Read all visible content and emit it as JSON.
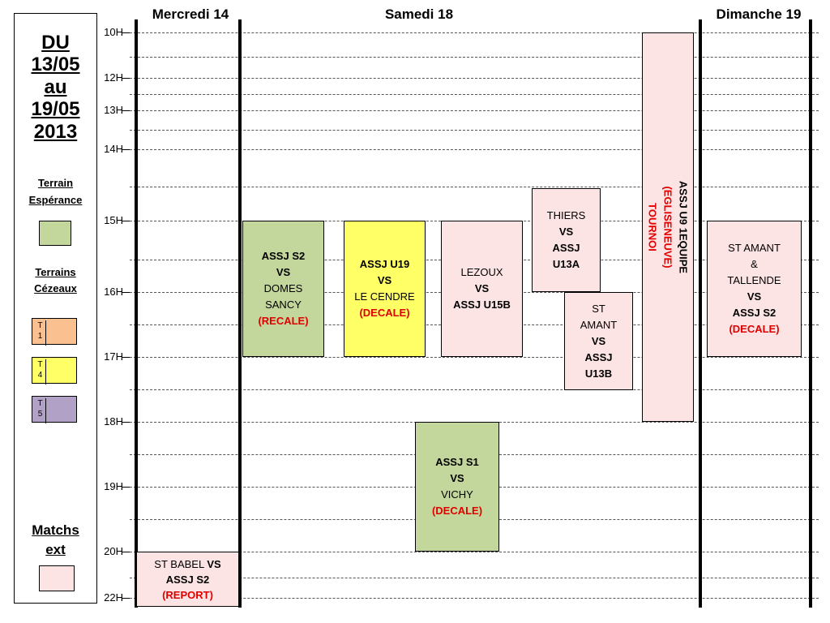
{
  "legend": {
    "title_lines": [
      "DU",
      "13/05",
      "au",
      "19/05",
      "2013"
    ],
    "terrain_esperance": [
      "Terrain",
      "Espérance"
    ],
    "terrains_cezeaux": [
      "Terrains",
      "Cézeaux"
    ],
    "terrains": [
      {
        "code": [
          "T",
          "1"
        ],
        "color": "#fac090"
      },
      {
        "code": [
          "T",
          "4"
        ],
        "color": "#ffff66"
      },
      {
        "code": [
          "T",
          "5"
        ],
        "color": "#b2a1c7"
      }
    ],
    "esperance_color": "#c3d69b",
    "matchs_ext": [
      "Matchs",
      "ext"
    ],
    "matchs_ext_color": "#fde4e4"
  },
  "days": [
    "Mercredi 14",
    "Samedi 18",
    "Dimanche 19"
  ],
  "hours": [
    "10H",
    "12H",
    "13H",
    "14H",
    "15H",
    "16H",
    "17H",
    "18H",
    "19H",
    "20H",
    "22H"
  ],
  "events": {
    "ev1": {
      "team": "ASSJ S2",
      "vs": "VS",
      "opp1": "DOMES",
      "opp2": "SANCY",
      "status": "(RECALE)"
    },
    "ev2": {
      "team": "ASSJ U19",
      "vs": "VS",
      "opp": "LE CENDRE",
      "status": "(DECALE)"
    },
    "ev3": {
      "opp": "LEZOUX",
      "vs": "VS",
      "team": "ASSJ U15B"
    },
    "ev4": {
      "opp": "THIERS",
      "vs": "VS",
      "team1": "ASSJ",
      "team2": "U13A"
    },
    "ev5": {
      "opp1": "ST",
      "opp2": "AMANT",
      "vs": "VS",
      "team1": "ASSJ",
      "team2": "U13B"
    },
    "ev6": {
      "line1": "ASSJ U9 1EQUIPE",
      "line2": "(EGLISENEUVE)",
      "line3": "TOURNOI"
    },
    "ev7": {
      "opp1": "ST AMANT",
      "amp": "&",
      "opp2": "TALLENDE",
      "vs": "VS",
      "team": "ASSJ S2",
      "status": "(DECALE)"
    },
    "ev8": {
      "team": "ASSJ S1",
      "vs": "VS",
      "opp": "VICHY",
      "status": "(DECALE)"
    },
    "ev9": {
      "opp": "ST BABEL",
      "vs": "VS",
      "team": "ASSJ S2",
      "status": "(REPORT)"
    }
  }
}
